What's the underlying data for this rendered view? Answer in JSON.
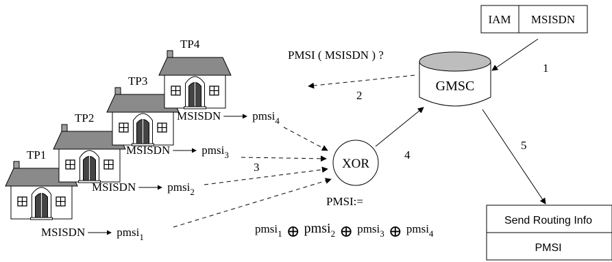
{
  "iam_box": {
    "left_label": "IAM",
    "right_label": "MSISDN"
  },
  "gmsc": {
    "label": "GMSC"
  },
  "xor": {
    "label": "XOR"
  },
  "query": {
    "label": "PMSI ( MSISDN ) ?"
  },
  "steps": {
    "s1": "1",
    "s2": "2",
    "s3": "3",
    "s4": "4",
    "s5": "5"
  },
  "houses": [
    {
      "label": "TP1"
    },
    {
      "label": "TP2"
    },
    {
      "label": "TP3"
    },
    {
      "label": "TP4"
    }
  ],
  "mappings": [
    {
      "from": "MSISDN",
      "to_base": "pmsi",
      "to_sub": "1"
    },
    {
      "from": "MSISDN",
      "to_base": "pmsi",
      "to_sub": "2"
    },
    {
      "from": "MSISDN",
      "to_base": "pmsi",
      "to_sub": "3"
    },
    {
      "from": "MSISDN",
      "to_base": "pmsi",
      "to_sub": "4"
    }
  ],
  "formula": {
    "title": "PMSI:=",
    "terms": [
      {
        "base": "pmsi",
        "sub": "1"
      },
      {
        "base": "pmsi",
        "sub": "2"
      },
      {
        "base": "pmsi",
        "sub": "3"
      },
      {
        "base": "pmsi",
        "sub": "4"
      }
    ],
    "operator": "⊕"
  },
  "result_box": {
    "top_label": "Send Routing Info",
    "bottom_label": "PMSI"
  }
}
